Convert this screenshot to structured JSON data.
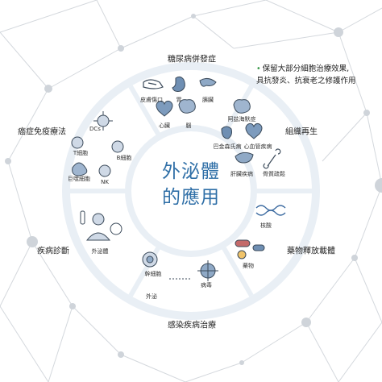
{
  "center_title": [
    "外泌體",
    "的應用"
  ],
  "sectors": {
    "diabetes": {
      "title": "糖尿病併發症",
      "items": [
        "皮膚傷口",
        "胃",
        "胰臟",
        "心臟",
        "腦"
      ]
    },
    "tissue": {
      "title": "組織再生",
      "items": [
        "阿茲海默症",
        "巴金森氏病",
        "心血管疾病",
        "肝臟疾病",
        "骨質疏鬆"
      ]
    },
    "drug": {
      "title": "藥物釋放載體",
      "items": [
        "核酸",
        "藥物"
      ]
    },
    "infection": {
      "title": "感染疾病治療",
      "items": [
        "幹細胞",
        "外泌",
        "病毒"
      ]
    },
    "diagnosis": {
      "title": "疾病診斷",
      "items": [
        "外泌體"
      ]
    },
    "cancer": {
      "title": "癌症免疫療法",
      "items": [
        "DCs",
        "T細胞",
        "B細胞",
        "巨噬細胞",
        "NK"
      ]
    }
  },
  "callout": {
    "lines": [
      "保留大部分細胞治療效果,",
      "具抗發炎、抗衰老之修護作用"
    ]
  },
  "colors": {
    "accent": "#2f6fa7",
    "ring": "#e9eff5",
    "network": "#c8cdd3",
    "bullet": "#3a9a4a"
  }
}
